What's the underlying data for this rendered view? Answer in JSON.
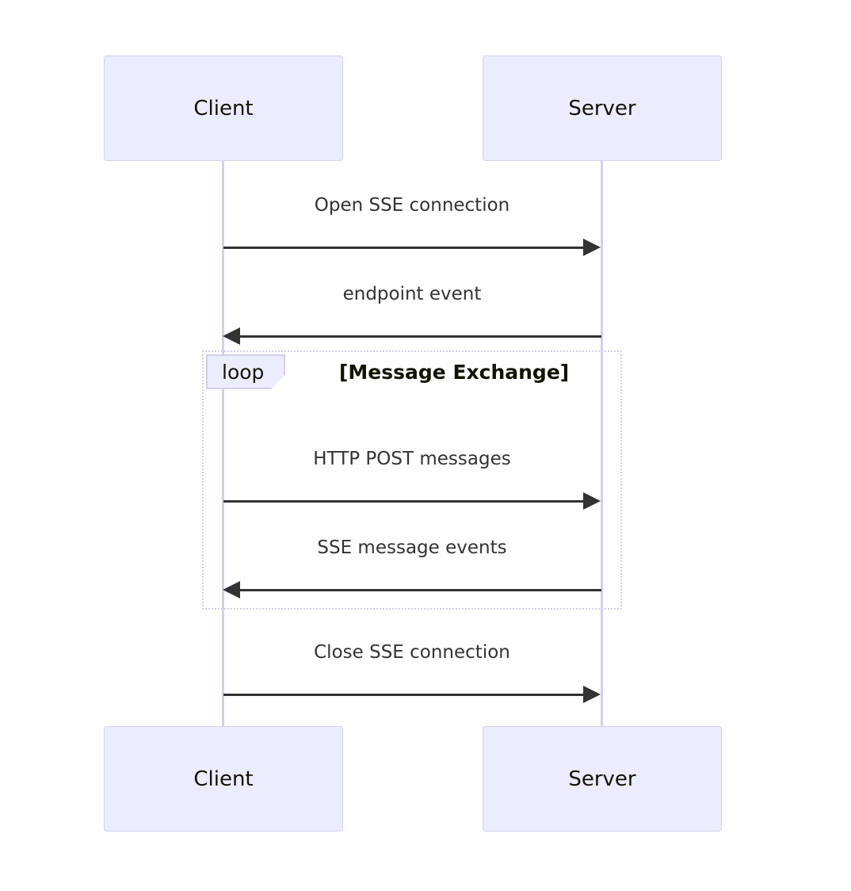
{
  "diagram": {
    "type": "sequence-diagram",
    "title": "",
    "background_color": "#FFFFFF",
    "participant_fill": "#ECECFF",
    "participant_border": "#D5D1EC",
    "lifeline_color": "#D5CFEC",
    "message_color": "#333333",
    "loop_border_color": "#D5CFEC"
  },
  "participants": [
    {
      "id": "client",
      "label": "Client"
    },
    {
      "id": "server",
      "label": "Server"
    }
  ],
  "participants_bottom": [
    {
      "id": "client-bottom",
      "label": "Client"
    },
    {
      "id": "server-bottom",
      "label": "Server"
    }
  ],
  "fragment": {
    "kind": "loop",
    "tag_label": "loop",
    "title": "[Message Exchange]"
  },
  "messages": [
    {
      "id": "m1",
      "label": "Open SSE connection",
      "from": "client",
      "to": "server",
      "direction": "right",
      "line": "solid",
      "arrow": "filled"
    },
    {
      "id": "m2",
      "label": "endpoint event",
      "from": "server",
      "to": "client",
      "direction": "left",
      "line": "solid",
      "arrow": "filled"
    },
    {
      "id": "m3",
      "label": "HTTP POST messages",
      "from": "client",
      "to": "server",
      "direction": "right",
      "line": "solid",
      "arrow": "filled"
    },
    {
      "id": "m4",
      "label": "SSE message events",
      "from": "server",
      "to": "client",
      "direction": "left",
      "line": "solid",
      "arrow": "filled"
    },
    {
      "id": "m5",
      "label": "Close SSE connection",
      "from": "client",
      "to": "server",
      "direction": "right",
      "line": "solid",
      "arrow": "filled"
    }
  ]
}
